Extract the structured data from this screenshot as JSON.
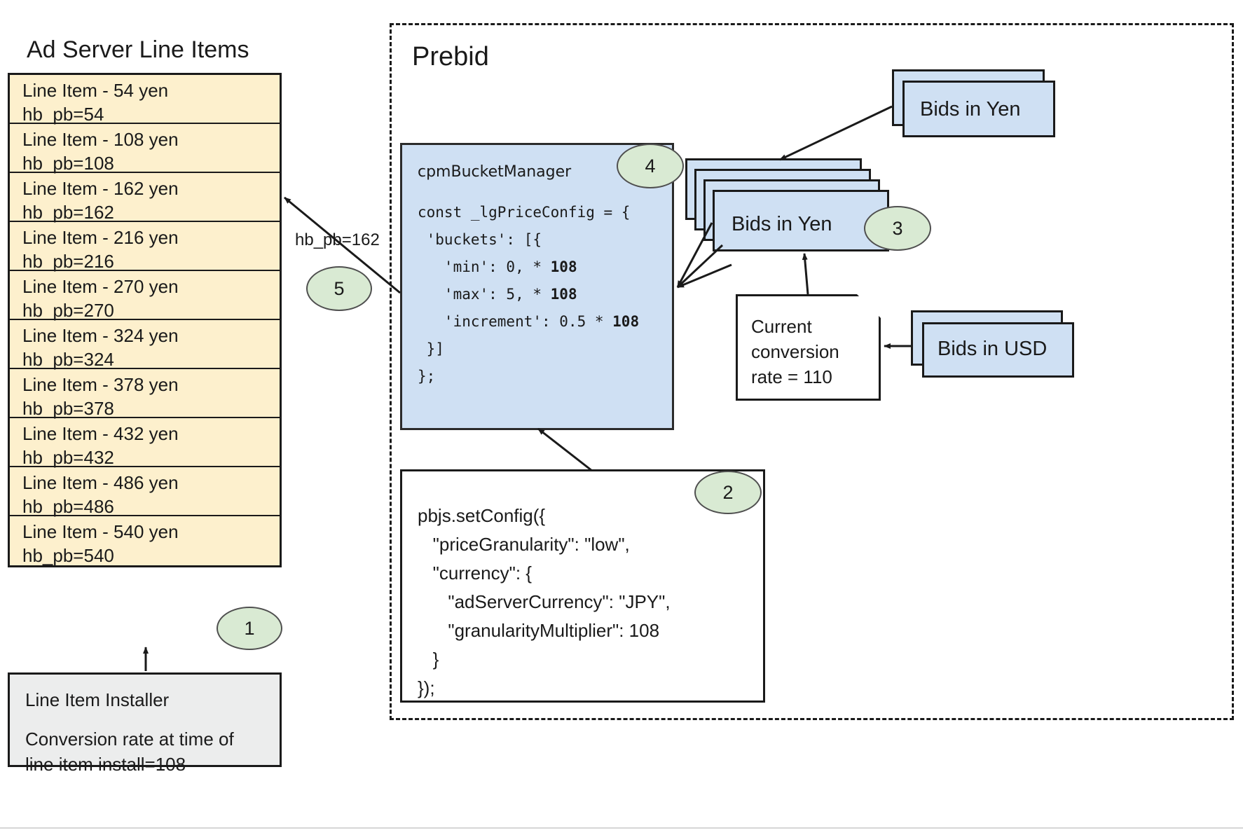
{
  "left_panel": {
    "title": "Ad Server Line Items",
    "line_items": [
      {
        "name": "Line Item - 54 yen",
        "key": "hb_pb=54"
      },
      {
        "name": "Line Item - 108 yen",
        "key": "hb_pb=108"
      },
      {
        "name": "Line Item - 162 yen",
        "key": "hb_pb=162"
      },
      {
        "name": "Line Item - 216 yen",
        "key": "hb_pb=216"
      },
      {
        "name": "Line Item - 270 yen",
        "key": "hb_pb=270"
      },
      {
        "name": "Line Item - 324 yen",
        "key": "hb_pb=324"
      },
      {
        "name": "Line Item - 378 yen",
        "key": "hb_pb=378"
      },
      {
        "name": "Line Item - 432 yen",
        "key": "hb_pb=432"
      },
      {
        "name": "Line Item - 486 yen",
        "key": "hb_pb=486"
      },
      {
        "name": "Line Item - 540 yen",
        "key": "hb_pb=540"
      }
    ],
    "installer": {
      "title": "Line Item Installer",
      "note_line1": "Conversion rate at time of",
      "note_line2": "line item install=108"
    }
  },
  "prebid": {
    "title": "Prebid",
    "cpm_bucket_manager": {
      "title": "cpmBucketManager",
      "code_lines": [
        "const _lgPriceConfig = {",
        " 'buckets': [{",
        "   'min': 0, * 108",
        "   'max': 5, * 108",
        "   'increment': 0.5 * 108",
        " }]",
        "};"
      ],
      "highlight_value": "108"
    },
    "set_config": {
      "code": "pbjs.setConfig({\n   \"priceGranularity\": \"low\",\n   \"currency\": {\n      \"adServerCurrency\": \"JPY\",\n      \"granularityMultiplier\": 108\n   }\n});"
    },
    "bids_yen_center": {
      "label": "Bids in Yen",
      "stack_count": 4
    },
    "bids_yen_right": {
      "label": "Bids in Yen",
      "stack_count": 2
    },
    "bids_usd": {
      "label": "Bids in USD",
      "stack_count": 2
    },
    "conversion_note": {
      "text": "Current\nconversion\nrate = 110"
    }
  },
  "badges": {
    "one": "1",
    "two": "2",
    "three": "3",
    "four": "4",
    "five": "5"
  },
  "edges": {
    "hb_pb_label": "hb_pb=162"
  },
  "colors": {
    "line_item_fill": "#fdf0cd",
    "bid_fill": "#cfe0f3",
    "badge_fill": "#d9ead3",
    "installer_fill": "#eceded",
    "stroke": "#1a1a1a"
  }
}
